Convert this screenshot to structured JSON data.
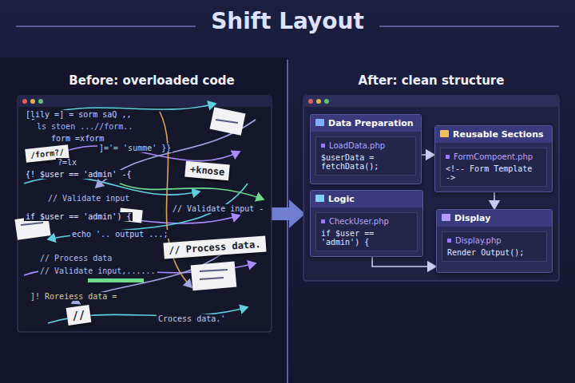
{
  "diagram": {
    "title": "Shift Layout",
    "nodes": [
      {
        "text": [
          "Data Preparation",
          "LoadData.php",
          "$userData = fetchData();"
        ]
      },
      {
        "text": [
          "Reusable Sections",
          "FormCompoent.php",
          "<!-- Form Template ->"
        ]
      },
      {
        "text": [
          "Logic",
          "CheckUser.php",
          "if $user == 'admin') {"
        ]
      },
      {
        "text": [
          "Display",
          "Display.php",
          "Render Output();"
        ]
      }
    ],
    "edges": [
      {
        "from": 0,
        "to": 1,
        "arrow": "to"
      },
      {
        "from": 1,
        "to": 3,
        "arrow": "to"
      },
      {
        "from": 2,
        "to": 3,
        "arrow": "to"
      }
    ],
    "labels": [
      "Before: overloaded code",
      "After: clean structure",
      "[lily =] = sorm saQ ,,",
      "ls stoen ...//form..",
      "form =xform",
      "/form?/",
      "]='= 'summe' }}",
      "?=lx",
      "{! $user == 'admin' -{",
      "+knose",
      "// Validate input",
      "// Validate input -",
      "if $user == 'admin') {",
      "echo '.. output ...;",
      "// Process data.",
      "// Process data",
      "// Validate input,......",
      "]! Roreiess data =",
      "Crocess data.'",
      "//"
    ]
  }
}
